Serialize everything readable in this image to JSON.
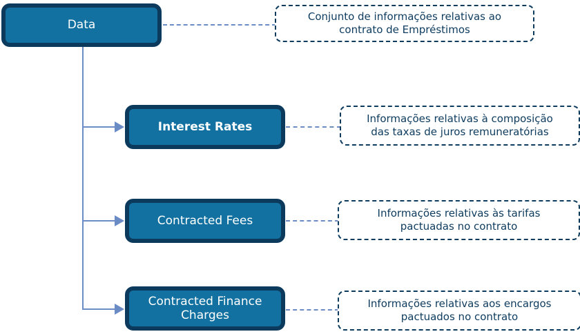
{
  "diagram": {
    "type": "tree",
    "title_node": {
      "id": "data",
      "label": "Data",
      "note": "Conjunto de informações relativas ao\ncontrato de Empréstimos"
    },
    "children": [
      {
        "id": "interest-rates",
        "label": "Interest Rates",
        "bold": true,
        "note": "Informações relativas à composição\ndas taxas de juros remuneratórias"
      },
      {
        "id": "contracted-fees",
        "label": "Contracted Fees",
        "bold": false,
        "note": "Informações relativas às tarifas\npactuadas no contrato"
      },
      {
        "id": "contracted-finance-charges",
        "label": "Contracted Finance\nCharges",
        "bold": false,
        "note": "Informações relativas aos encargos\npactuados no contrato"
      }
    ],
    "colors": {
      "node_fill": "#1271a0",
      "node_border": "#0b3a5d",
      "node_text": "#ffffff",
      "note_border": "#0d3b5e",
      "note_text": "#0d3b5e",
      "note_fill": "#ffffff",
      "connector": "#6b8bc4",
      "background": "#ffffff"
    }
  }
}
